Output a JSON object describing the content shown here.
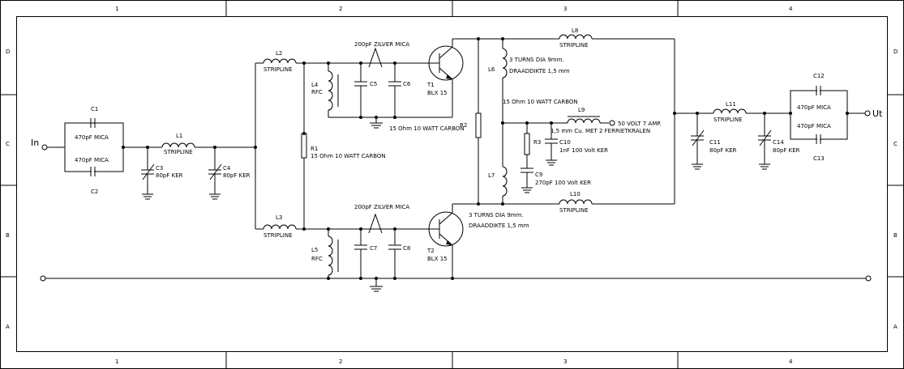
{
  "frame": {
    "columns": [
      "1",
      "2",
      "3",
      "4"
    ],
    "rows": [
      "D",
      "C",
      "B",
      "A"
    ]
  },
  "ports": {
    "input": "In",
    "output": "Ut",
    "supply": "50 VOLT 7 AMP."
  },
  "components": {
    "C1": {
      "ref": "C1",
      "value": "470pF MICA"
    },
    "C2": {
      "ref": "C2",
      "value": "470pF MICA"
    },
    "L1": {
      "ref": "L1",
      "value": "STRIPLINE"
    },
    "C3": {
      "ref": "C3",
      "value": "80pF KER"
    },
    "C4": {
      "ref": "C4",
      "value": "80pF KER"
    },
    "L2": {
      "ref": "L2",
      "value": "STRIPLINE"
    },
    "L3": {
      "ref": "L3",
      "value": "STRIPLINE"
    },
    "R1": {
      "ref": "R1",
      "value": "15 Ohm 10 WATT CARBON"
    },
    "L4": {
      "ref": "L4",
      "value": "RFC"
    },
    "L5": {
      "ref": "L5",
      "value": "RFC"
    },
    "C5": {
      "ref": "C5"
    },
    "C6": {
      "ref": "C6"
    },
    "C7": {
      "ref": "C7"
    },
    "C8": {
      "ref": "C8"
    },
    "Ctop": {
      "value": "200pF ZILVER MICA"
    },
    "Cbot": {
      "value": "200pF ZILVER MICA"
    },
    "T1": {
      "ref": "T1",
      "value": "BLX 15"
    },
    "T2": {
      "ref": "T2",
      "value": "BLX 15"
    },
    "R2": {
      "ref": "R2",
      "value": "15 Ohm 10 WATT CARBON"
    },
    "R2b": {
      "value": "15 Ohm 10 WATT CARBON"
    },
    "L6": {
      "ref": "L6",
      "value1": "3 TURNS DIA 9mm.",
      "value2": "DRAADDIKTE 1,5 mm"
    },
    "L7": {
      "ref": "L7",
      "value1": "3 TURNS DIA 9mm.",
      "value2": "DRAADDIKTE 1,5 mm"
    },
    "L8": {
      "ref": "L8",
      "value": "STRIPLINE"
    },
    "L10": {
      "ref": "L10",
      "value": "STRIPLINE"
    },
    "L9": {
      "ref": "L9",
      "value": "1,5 mm Cu. MET 2 FERRIETKRALEN"
    },
    "R3": {
      "ref": "R3"
    },
    "C10": {
      "ref": "C10",
      "value": "1nF 100 Volt KER"
    },
    "C9": {
      "ref": "C9",
      "value": "270pF 100 Volt KER"
    },
    "L11": {
      "ref": "L11",
      "value": "STRIPLINE"
    },
    "C11": {
      "ref": "C11",
      "value": "80pF KER"
    },
    "C14": {
      "ref": "C14",
      "value": "80pF KER"
    },
    "C12": {
      "ref": "C12",
      "value": "470pF MICA"
    },
    "C13": {
      "ref": "C13",
      "value": "470pF MICA"
    }
  }
}
